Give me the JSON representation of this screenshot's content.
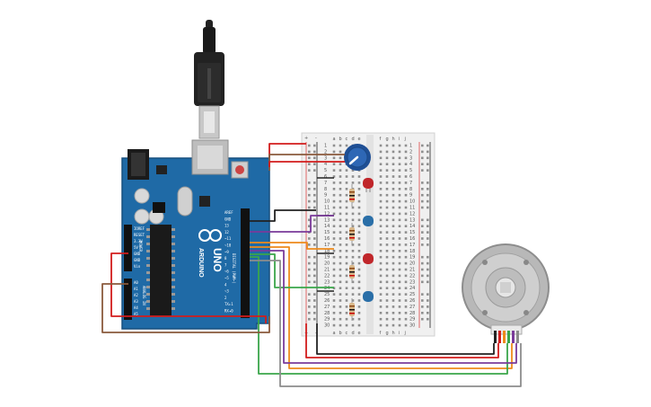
{
  "board": {
    "brand": "ARDUINO",
    "model": "UNO",
    "digital_header": "DIGITAL (PWM~)",
    "power_header": "POWER",
    "analog_header": "ANALOG IN",
    "right_pins": [
      "AREF",
      "GND",
      "13",
      "12",
      "~11",
      "~10",
      "~9",
      "8",
      "7",
      "~6",
      "~5",
      "4",
      "~3",
      "2",
      "TX▸1",
      "RX◂0"
    ],
    "left_pins": [
      "IOREF",
      "RESET",
      "3.3V",
      "5V",
      "GND",
      "GND",
      "Vin"
    ],
    "analog_pins": [
      "A0",
      "A1",
      "A2",
      "A3",
      "A4",
      "A5"
    ]
  },
  "breadboard": {
    "col_labels_left": [
      "a",
      "b",
      "c",
      "d",
      "e"
    ],
    "col_labels_right": [
      "f",
      "g",
      "h",
      "i",
      "j"
    ],
    "row_numbers": [
      "1",
      "2",
      "3",
      "4",
      "5",
      "6",
      "7",
      "8",
      "9",
      "10",
      "11",
      "12",
      "13",
      "14",
      "15",
      "16",
      "17",
      "18",
      "19",
      "20",
      "21",
      "22",
      "23",
      "24",
      "25",
      "26",
      "27",
      "28",
      "29",
      "30"
    ],
    "rail_plus": "+",
    "rail_minus": "-"
  },
  "colors": {
    "board": "#1f6aa6",
    "board_dark": "#174f7e",
    "wire_red": "#d21c1c",
    "wire_black": "#222222",
    "wire_brown": "#8a5a3c",
    "wire_purple": "#7a3a9a",
    "wire_orange": "#ee8a1b",
    "wire_green": "#3aa64a",
    "wire_gray": "#8c8c8c",
    "led_red": "#c0262a",
    "led_blue": "#2a6fa8",
    "pot": "#2e67b5"
  },
  "components": {
    "usb_cable": "usb-cable",
    "potentiometer": "potentiometer",
    "leds": [
      "red",
      "blue",
      "red",
      "blue"
    ],
    "motor": "dc-motor-with-encoder"
  }
}
